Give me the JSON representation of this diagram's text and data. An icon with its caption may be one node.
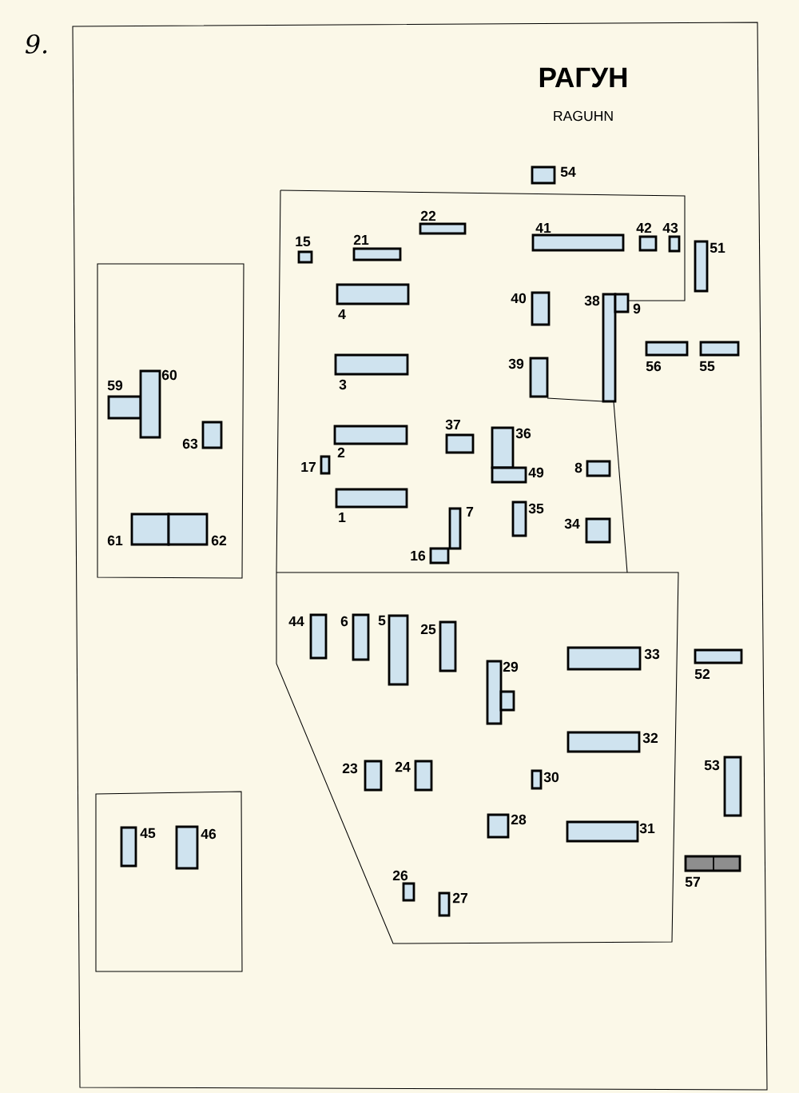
{
  "diagram": {
    "title": "РАГУН",
    "nodes": [
      {
        "text": [],
        "shape": "box",
        "beside": [
          "54"
        ]
      },
      {
        "text": [],
        "shape": "box",
        "beside": [
          "22"
        ]
      },
      {
        "text": [],
        "shape": "box",
        "beside": [
          "41"
        ]
      },
      {
        "text": [],
        "shape": "box",
        "beside": [
          "42"
        ]
      },
      {
        "text": [],
        "shape": "box",
        "beside": [
          "43"
        ]
      },
      {
        "text": [],
        "shape": "box",
        "beside": [
          "15"
        ]
      },
      {
        "text": [],
        "shape": "box",
        "beside": [
          "21"
        ]
      },
      {
        "text": [],
        "shape": "box",
        "beside": [
          "51"
        ]
      },
      {
        "text": [],
        "shape": "box",
        "beside": [
          "4"
        ]
      },
      {
        "text": [],
        "shape": "box",
        "beside": [
          "40"
        ]
      },
      {
        "text": [],
        "shape": "box",
        "beside": [
          "38"
        ]
      },
      {
        "text": [],
        "shape": "box",
        "beside": [
          "9"
        ]
      },
      {
        "text": [],
        "shape": "box",
        "beside": [
          "56"
        ]
      },
      {
        "text": [],
        "shape": "box",
        "beside": [
          "55"
        ]
      },
      {
        "text": [],
        "shape": "box",
        "beside": [
          "39"
        ]
      },
      {
        "text": [],
        "shape": "box",
        "beside": [
          "3"
        ]
      },
      {
        "text": [],
        "shape": "box",
        "beside": [
          "59"
        ]
      },
      {
        "text": [],
        "shape": "box",
        "beside": [
          "60"
        ]
      },
      {
        "text": [],
        "shape": "box",
        "beside": [
          "63"
        ]
      },
      {
        "text": [],
        "shape": "box",
        "beside": [
          "37"
        ]
      },
      {
        "text": [],
        "shape": "box",
        "beside": [
          "36"
        ]
      },
      {
        "text": [],
        "shape": "box",
        "beside": [
          "2"
        ]
      },
      {
        "text": [],
        "shape": "box",
        "beside": [
          "17"
        ]
      },
      {
        "text": [],
        "shape": "box",
        "beside": [
          "49"
        ]
      },
      {
        "text": [],
        "shape": "box",
        "beside": [
          "8"
        ]
      },
      {
        "text": [],
        "shape": "box",
        "beside": [
          "1"
        ]
      },
      {
        "text": [],
        "shape": "box",
        "beside": [
          "7"
        ]
      },
      {
        "text": [],
        "shape": "box",
        "beside": [
          "35"
        ]
      },
      {
        "text": [],
        "shape": "box",
        "beside": [
          "34"
        ]
      },
      {
        "text": [],
        "shape": "box",
        "beside": [
          "16"
        ]
      },
      {
        "text": [],
        "shape": "box",
        "beside": [
          "61"
        ]
      },
      {
        "text": [],
        "shape": "box",
        "beside": [
          "62"
        ]
      },
      {
        "text": [],
        "shape": "box",
        "beside": [
          "44"
        ]
      },
      {
        "text": [],
        "shape": "box",
        "beside": [
          "6"
        ]
      },
      {
        "text": [],
        "shape": "box",
        "beside": [
          "5"
        ]
      },
      {
        "text": [],
        "shape": "box",
        "beside": [
          "25"
        ]
      },
      {
        "text": [],
        "shape": "box",
        "beside": [
          "33"
        ]
      },
      {
        "text": [],
        "shape": "box",
        "beside": [
          "29"
        ]
      },
      {
        "text": [],
        "shape": "box",
        "beside": [
          "52"
        ]
      },
      {
        "text": [],
        "shape": "box",
        "beside": [
          "32"
        ]
      },
      {
        "text": [],
        "shape": "box",
        "beside": [
          "53"
        ]
      },
      {
        "text": [],
        "shape": "box",
        "beside": [
          "23"
        ]
      },
      {
        "text": [],
        "shape": "box",
        "beside": [
          "24"
        ]
      },
      {
        "text": [],
        "shape": "box",
        "beside": [
          "30"
        ]
      },
      {
        "text": [],
        "shape": "box",
        "beside": [
          "28"
        ]
      },
      {
        "text": [],
        "shape": "box",
        "beside": [
          "31"
        ]
      },
      {
        "text": [],
        "shape": "box",
        "beside": [
          "57"
        ]
      },
      {
        "text": [],
        "shape": "box",
        "beside": [
          "45"
        ]
      },
      {
        "text": [],
        "shape": "box",
        "beside": [
          "46"
        ]
      },
      {
        "text": [],
        "shape": "box",
        "beside": [
          "26"
        ]
      },
      {
        "text": [],
        "shape": "box",
        "beside": [
          "27"
        ]
      }
    ],
    "labels": [
      "9.",
      "RAGUHN"
    ]
  }
}
